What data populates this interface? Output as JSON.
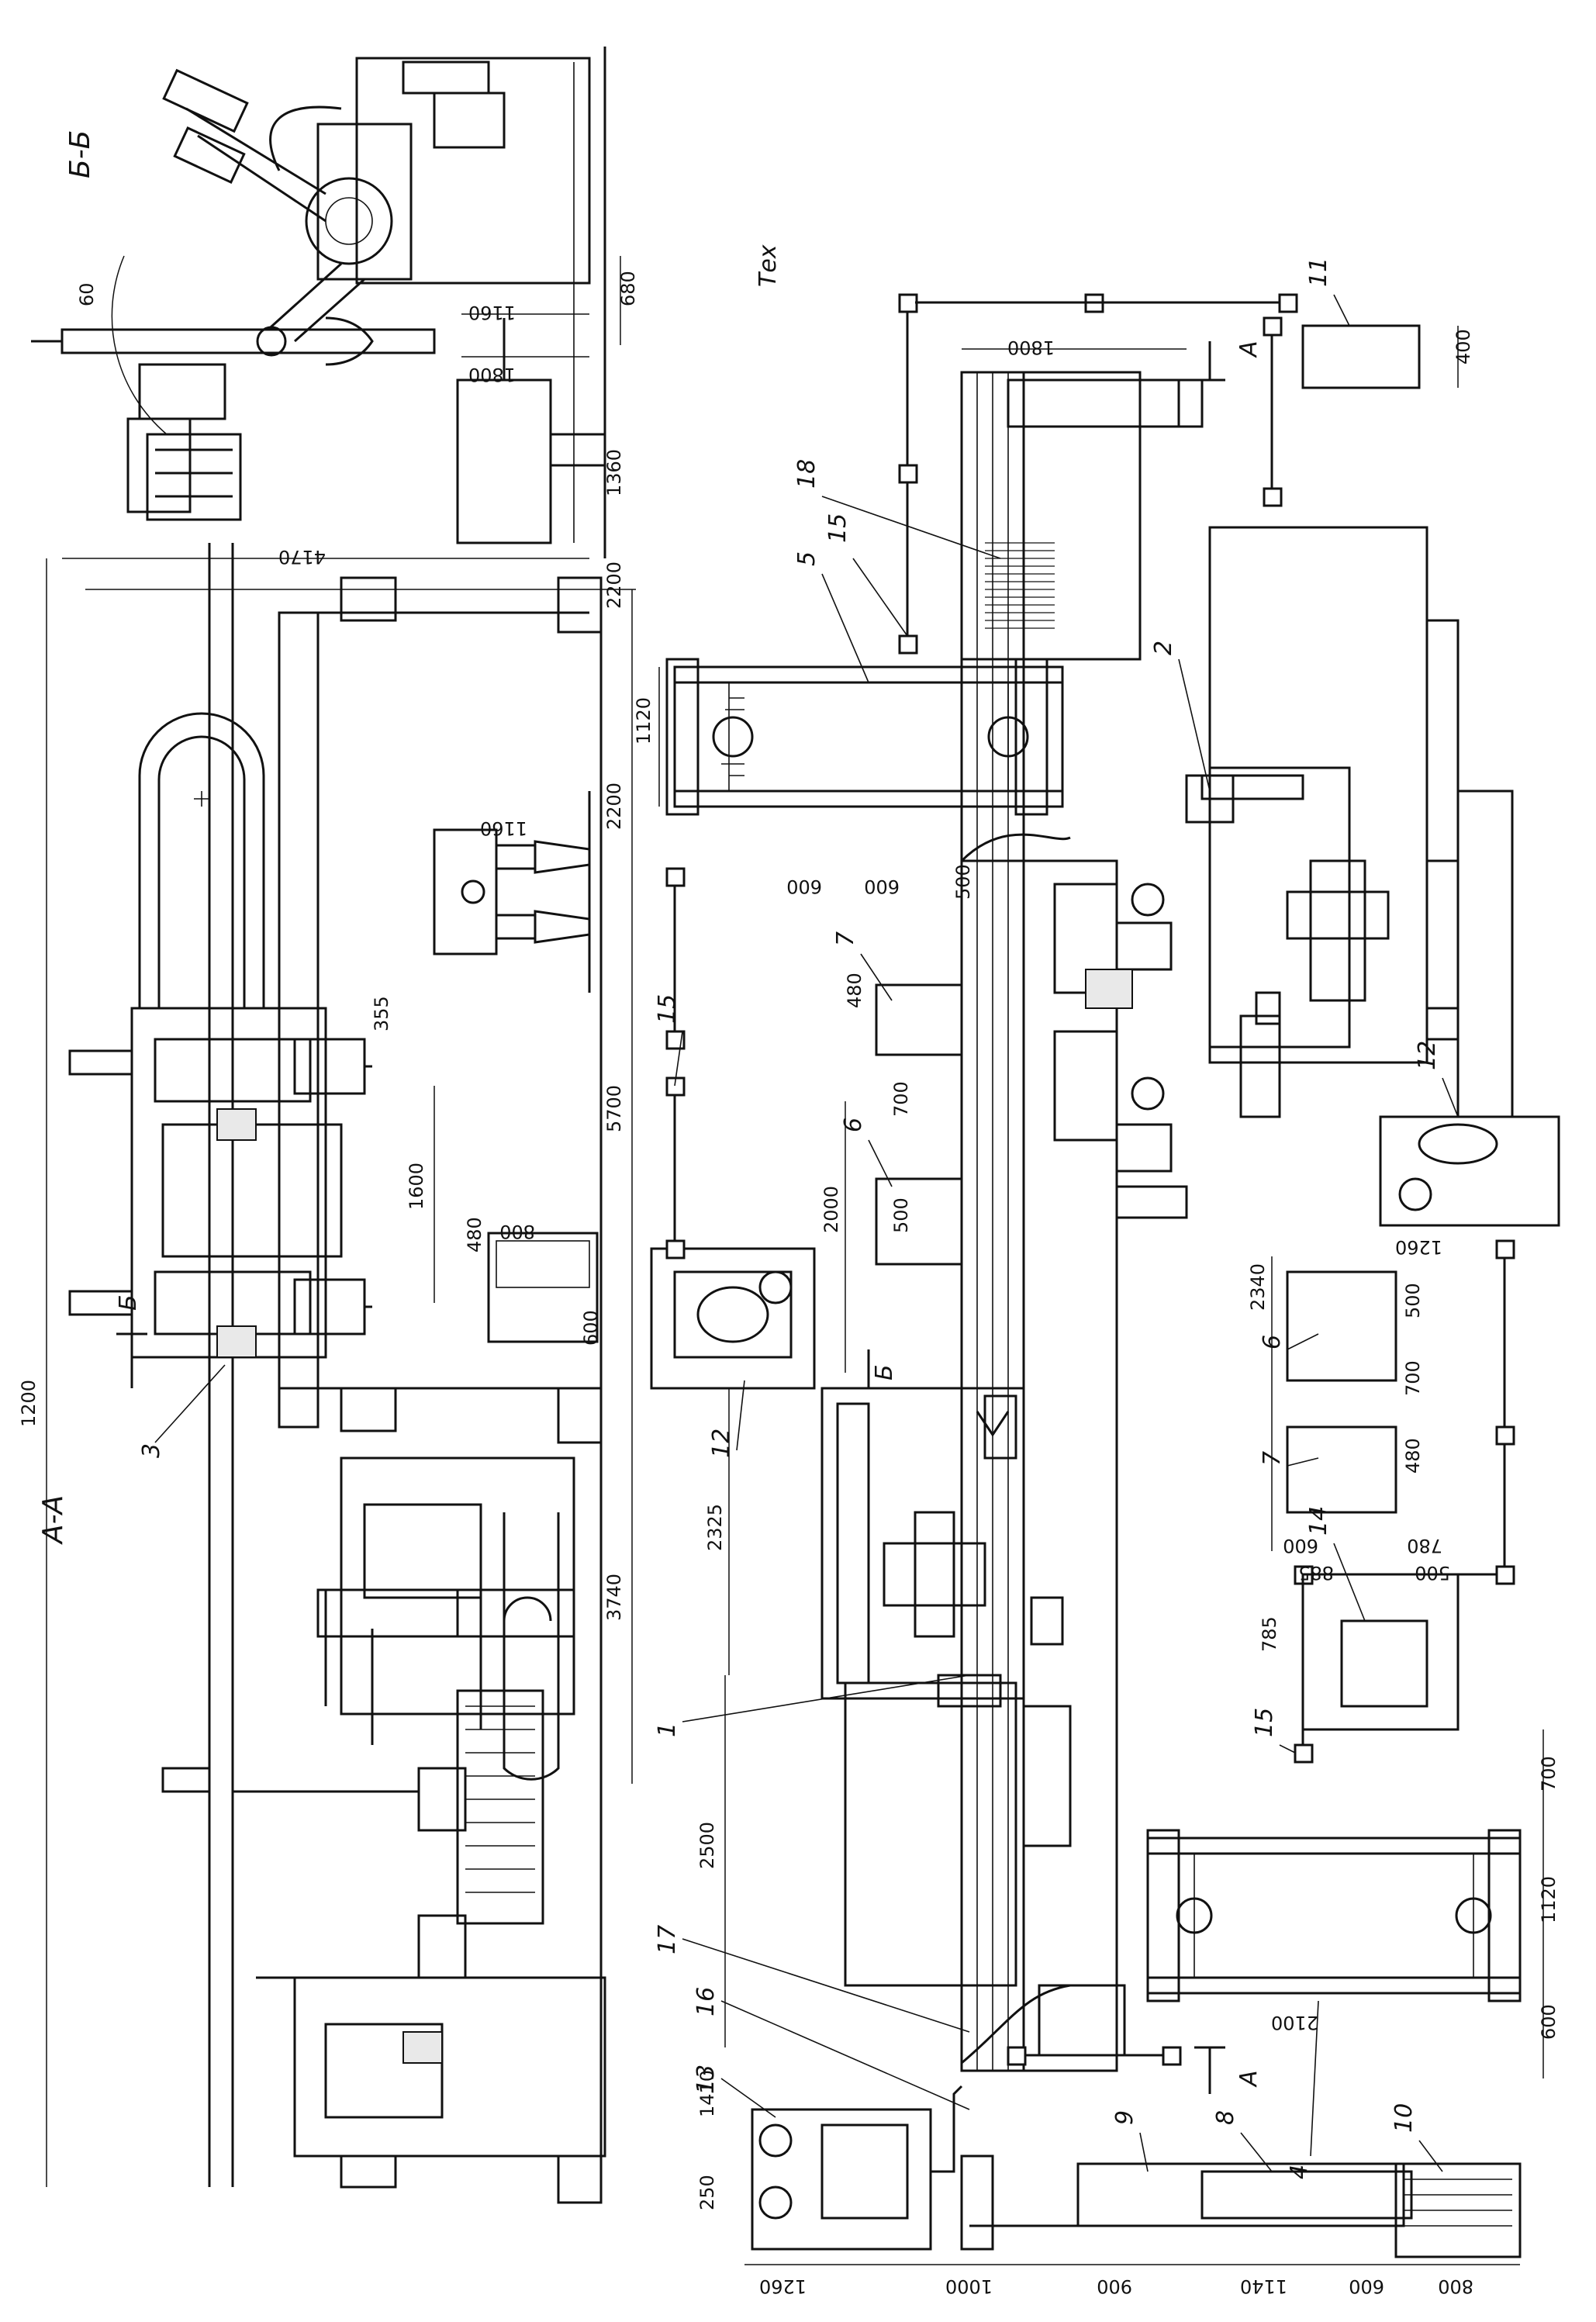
{
  "sections": {
    "aa": "A-A",
    "bb": "Б-Б",
    "tex": "Тех"
  },
  "cut_marks": {
    "a": "A",
    "b": "Б"
  },
  "positions": [
    "1",
    "2",
    "3",
    "4",
    "5",
    "6",
    "7",
    "8",
    "9",
    "10",
    "11",
    "12",
    "13",
    "14",
    "15",
    "16",
    "17",
    "18"
  ],
  "dims_section_aa": [
    "1200",
    "4170",
    "2200",
    "5700",
    "3740",
    "1600",
    "355",
    "600",
    "480",
    "800",
    "1160",
    "1360",
    "2200"
  ],
  "dims_section_bb": [
    "680",
    "1160",
    "1800",
    "60"
  ],
  "dims_plan": [
    "1800",
    "1120",
    "600",
    "600",
    "480",
    "700",
    "2000",
    "500",
    "2325",
    "2500",
    "1410",
    "250",
    "1260",
    "1000",
    "900",
    "1140",
    "600",
    "800",
    "400",
    "2340",
    "500",
    "700",
    "480",
    "780",
    "600",
    "885",
    "500",
    "785",
    "700",
    "1120",
    "600",
    "2100",
    "1260",
    "500"
  ]
}
